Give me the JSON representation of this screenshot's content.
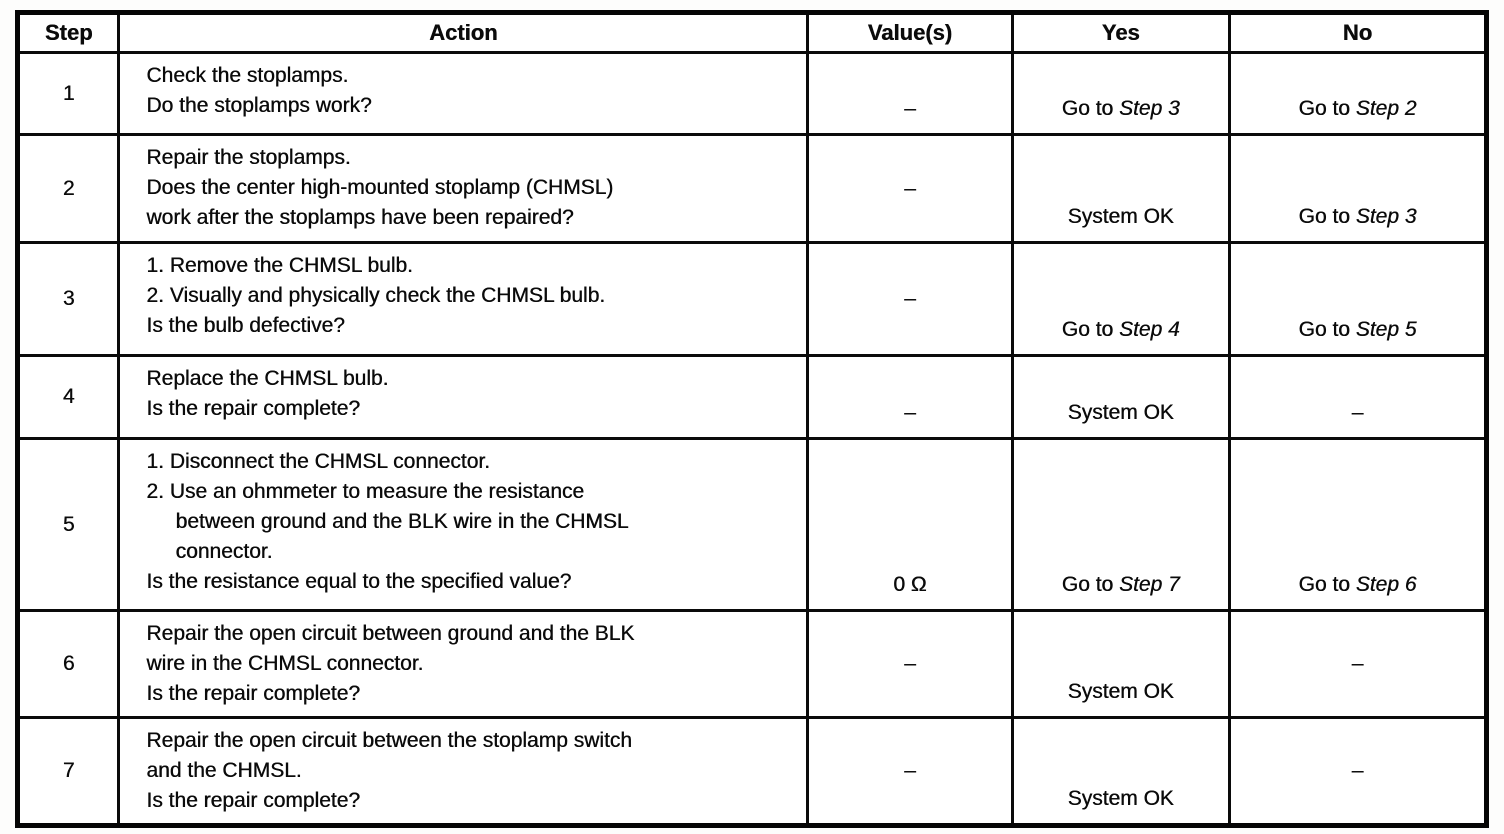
{
  "table": {
    "headers": {
      "step": "Step",
      "action": "Action",
      "values": "Value(s)",
      "yes": "Yes",
      "no": "No"
    },
    "rows": [
      {
        "step": "1",
        "action": "Check the stoplamps.\nDo the stoplamps work?",
        "value": "–",
        "yes": {
          "pre": "Go to ",
          "italic": "Step 3"
        },
        "no": {
          "pre": "Go to ",
          "italic": "Step 2"
        }
      },
      {
        "step": "2",
        "action": "Repair the stoplamps.\nDoes the center high-mounted stoplamp (CHMSL)\nwork after the stoplamps have been repaired?",
        "value": "–",
        "yes": {
          "pre": "System OK",
          "italic": ""
        },
        "no": {
          "pre": "Go to ",
          "italic": "Step 3"
        }
      },
      {
        "step": "3",
        "action": "1. Remove the CHMSL bulb.\n2. Visually and physically check the CHMSL bulb.\nIs the bulb defective?",
        "value": "–",
        "yes": {
          "pre": "Go to ",
          "italic": "Step 4"
        },
        "no": {
          "pre": "Go to ",
          "italic": "Step 5"
        }
      },
      {
        "step": "4",
        "action": "Replace the CHMSL bulb.\nIs the repair complete?",
        "value": "–",
        "yes": {
          "pre": "System OK",
          "italic": ""
        },
        "no": {
          "pre": "–",
          "italic": ""
        }
      },
      {
        "step": "5",
        "action": "1. Disconnect the CHMSL connector.\n2. Use an ohmmeter to measure the resistance\n     between ground and the BLK wire in the CHMSL\n     connector.\nIs the resistance equal to the specified value?",
        "value": "0 Ω",
        "yes": {
          "pre": "Go to ",
          "italic": "Step 7"
        },
        "no": {
          "pre": "Go to ",
          "italic": "Step 6"
        }
      },
      {
        "step": "6",
        "action": "Repair the open circuit between ground and the BLK\nwire in the CHMSL connector.\nIs the repair complete?",
        "value": "–",
        "yes": {
          "pre": "System OK",
          "italic": ""
        },
        "no": {
          "pre": "–",
          "italic": ""
        }
      },
      {
        "step": "7",
        "action": "Repair the open circuit between the stoplamp switch\nand the CHMSL.\nIs the repair complete?",
        "value": "–",
        "yes": {
          "pre": "System OK",
          "italic": ""
        },
        "no": {
          "pre": "–",
          "italic": ""
        }
      }
    ]
  }
}
